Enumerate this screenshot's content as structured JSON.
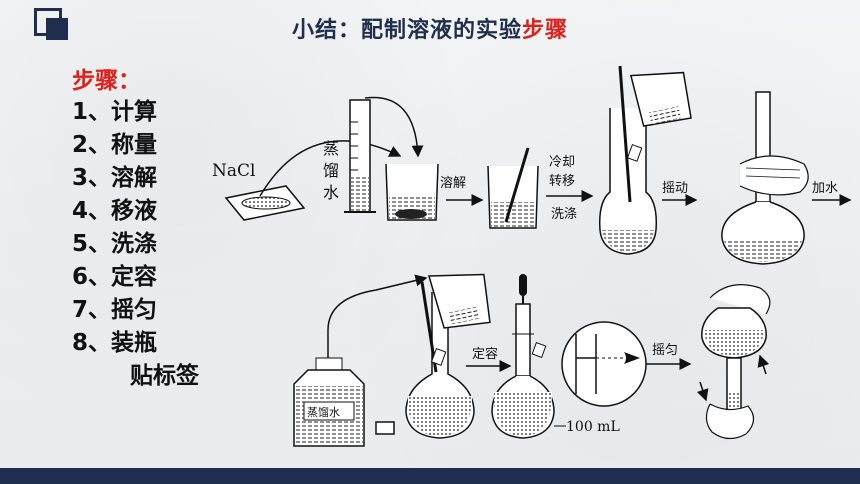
{
  "title": {
    "prefix": "小结：配制溶液的实验",
    "accent": "步骤"
  },
  "steps": {
    "heading": "步骤：",
    "items": [
      "1、计算",
      "2、称量",
      "3、溶解",
      "4、移液",
      "5、洗涤",
      "6、定容",
      "7、摇匀",
      "8、装瓶"
    ],
    "continuation": "贴标签"
  },
  "diagram": {
    "nacl": "NaCl",
    "water_vertical": [
      "蒸",
      "馏",
      "水"
    ],
    "dissolve": "溶解",
    "cool": "冷却",
    "transfer": "转移",
    "wash": "洗涤",
    "shake": "摇动",
    "add_water": "加水",
    "bottle_label": "蒸馏水",
    "make_volume": "定容",
    "mix": "摇匀",
    "volume": "100 mL"
  },
  "colors": {
    "navy": "#1f2d4e",
    "accent_red": "#e0201b"
  }
}
